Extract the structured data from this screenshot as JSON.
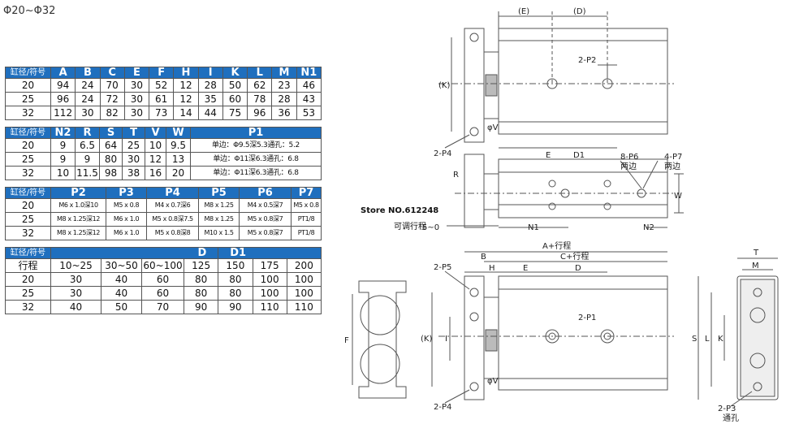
{
  "title": "Φ20~Φ32",
  "table1": {
    "header": [
      "缸径/符号",
      "A",
      "B",
      "C",
      "E",
      "F",
      "H",
      "I",
      "K",
      "L",
      "M",
      "N1"
    ],
    "rows": [
      [
        "20",
        "94",
        "24",
        "70",
        "30",
        "52",
        "12",
        "28",
        "50",
        "62",
        "23",
        "46"
      ],
      [
        "25",
        "96",
        "24",
        "72",
        "30",
        "61",
        "12",
        "35",
        "60",
        "78",
        "28",
        "43"
      ],
      [
        "32",
        "112",
        "30",
        "82",
        "30",
        "73",
        "14",
        "44",
        "75",
        "96",
        "36",
        "53"
      ]
    ]
  },
  "table2": {
    "header": [
      "缸径/符号",
      "N2",
      "R",
      "S",
      "T",
      "V",
      "W",
      "P1"
    ],
    "rows": [
      [
        "20",
        "9",
        "6.5",
        "64",
        "25",
        "10",
        "9.5",
        "单边：Φ9.5深5.3通孔：5.2"
      ],
      [
        "25",
        "9",
        "9",
        "80",
        "30",
        "12",
        "13",
        "单边：Φ11深6.3通孔：6.8"
      ],
      [
        "32",
        "10",
        "11.5",
        "98",
        "38",
        "16",
        "20",
        "单边：Φ11深6.3通孔：6.8"
      ]
    ]
  },
  "table3": {
    "header": [
      "缸径/符号",
      "P2",
      "P3",
      "P4",
      "P5",
      "P6",
      "P7"
    ],
    "rows": [
      [
        "20",
        "M6 x 1.0深10",
        "M5 x 0.8",
        "M4 x 0.7深6",
        "M8 x 1.25",
        "M4 x 0.5深7",
        "M5 x 0.8"
      ],
      [
        "25",
        "M8 x 1.25深12",
        "M6 x 1.0",
        "M5 x 0.8深7.5",
        "M8 x 1.25",
        "M5 x 0.8深7",
        "PT1/8"
      ],
      [
        "32",
        "M8 x 1.25深12",
        "M6 x 1.0",
        "M5 x 0.8深8",
        "M10 x 1.5",
        "M5 x 0.8深7",
        "PT1/8"
      ]
    ]
  },
  "table4": {
    "header": [
      "缸径/符号",
      "D",
      "D1"
    ],
    "stroke_row": [
      "行程",
      "10~25",
      "30~50",
      "60~100",
      "125",
      "150",
      "175",
      "200"
    ],
    "rows": [
      [
        "20",
        "30",
        "40",
        "60",
        "80",
        "80",
        "100",
        "100"
      ],
      [
        "25",
        "30",
        "40",
        "60",
        "80",
        "80",
        "100",
        "100"
      ],
      [
        "32",
        "40",
        "50",
        "70",
        "90",
        "90",
        "110",
        "110"
      ]
    ]
  },
  "store_label": "Store NO.612248",
  "adjust_label": "可调行程",
  "drawing_labels": {
    "top_E": "(E)",
    "top_D": "(D)",
    "top_2P2": "2-P2",
    "top_K": "(K)",
    "top_phiV": "φV",
    "top_2P4": "2-P4",
    "mid_E": "E",
    "mid_D1": "D1",
    "mid_8P6": "8-P6",
    "mid_4P7": "4-P7",
    "mid_both1": "两边",
    "mid_both2": "两边",
    "mid_R": "R",
    "mid_W": "W",
    "mid_5": "5~0",
    "mid_N1": "N1",
    "mid_N2": "N2",
    "bot_A": "A+行程",
    "bot_C": "C+行程",
    "bot_B": "B",
    "bot_H": "H",
    "bot_E": "E",
    "bot_D": "D",
    "bot_2P5": "2-P5",
    "bot_2P1": "2-P1",
    "bot_K": "(K)",
    "bot_I": "I",
    "bot_phiV": "φV",
    "bot_2P4": "2-P4",
    "left_F": "F",
    "right_T": "T",
    "right_M": "M",
    "right_S": "S",
    "right_L": "L",
    "right_K": "K",
    "right_2P3": "2-P3",
    "right_thru": "通孔"
  }
}
